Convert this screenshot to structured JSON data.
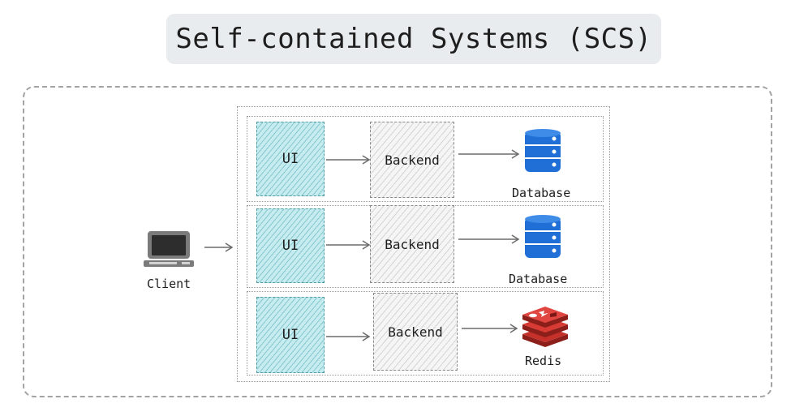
{
  "title": "Self-contained Systems (SCS)",
  "client": {
    "label": "Client",
    "icon": "laptop-icon"
  },
  "systems": [
    {
      "ui_label": "UI",
      "backend_label": "Backend",
      "store_label": "Database",
      "store_icon": "database-icon"
    },
    {
      "ui_label": "UI",
      "backend_label": "Backend",
      "store_label": "Database",
      "store_icon": "database-icon"
    },
    {
      "ui_label": "UI",
      "backend_label": "Backend",
      "store_label": "Redis",
      "store_icon": "redis-icon"
    }
  ],
  "colors": {
    "ui_fill": "#c6ecef",
    "ui_border": "#4f9aa3",
    "database_blue": "#1f6fd6",
    "redis_red": "#c6302b",
    "title_bg": "#e9ecef"
  }
}
